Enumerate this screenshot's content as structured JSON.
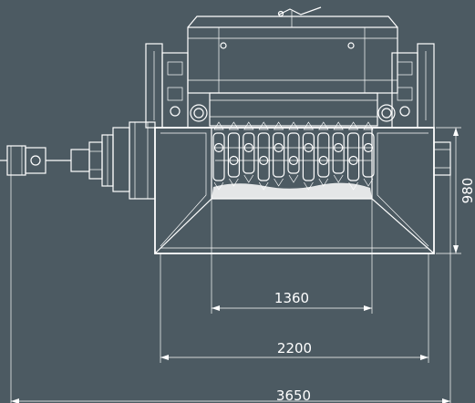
{
  "dimensions": {
    "inner_width": "1360",
    "mid_width": "2200",
    "overall_width": "3650",
    "height": "980"
  },
  "colors": {
    "background": "#4c5a62",
    "line": "#ffffff"
  }
}
